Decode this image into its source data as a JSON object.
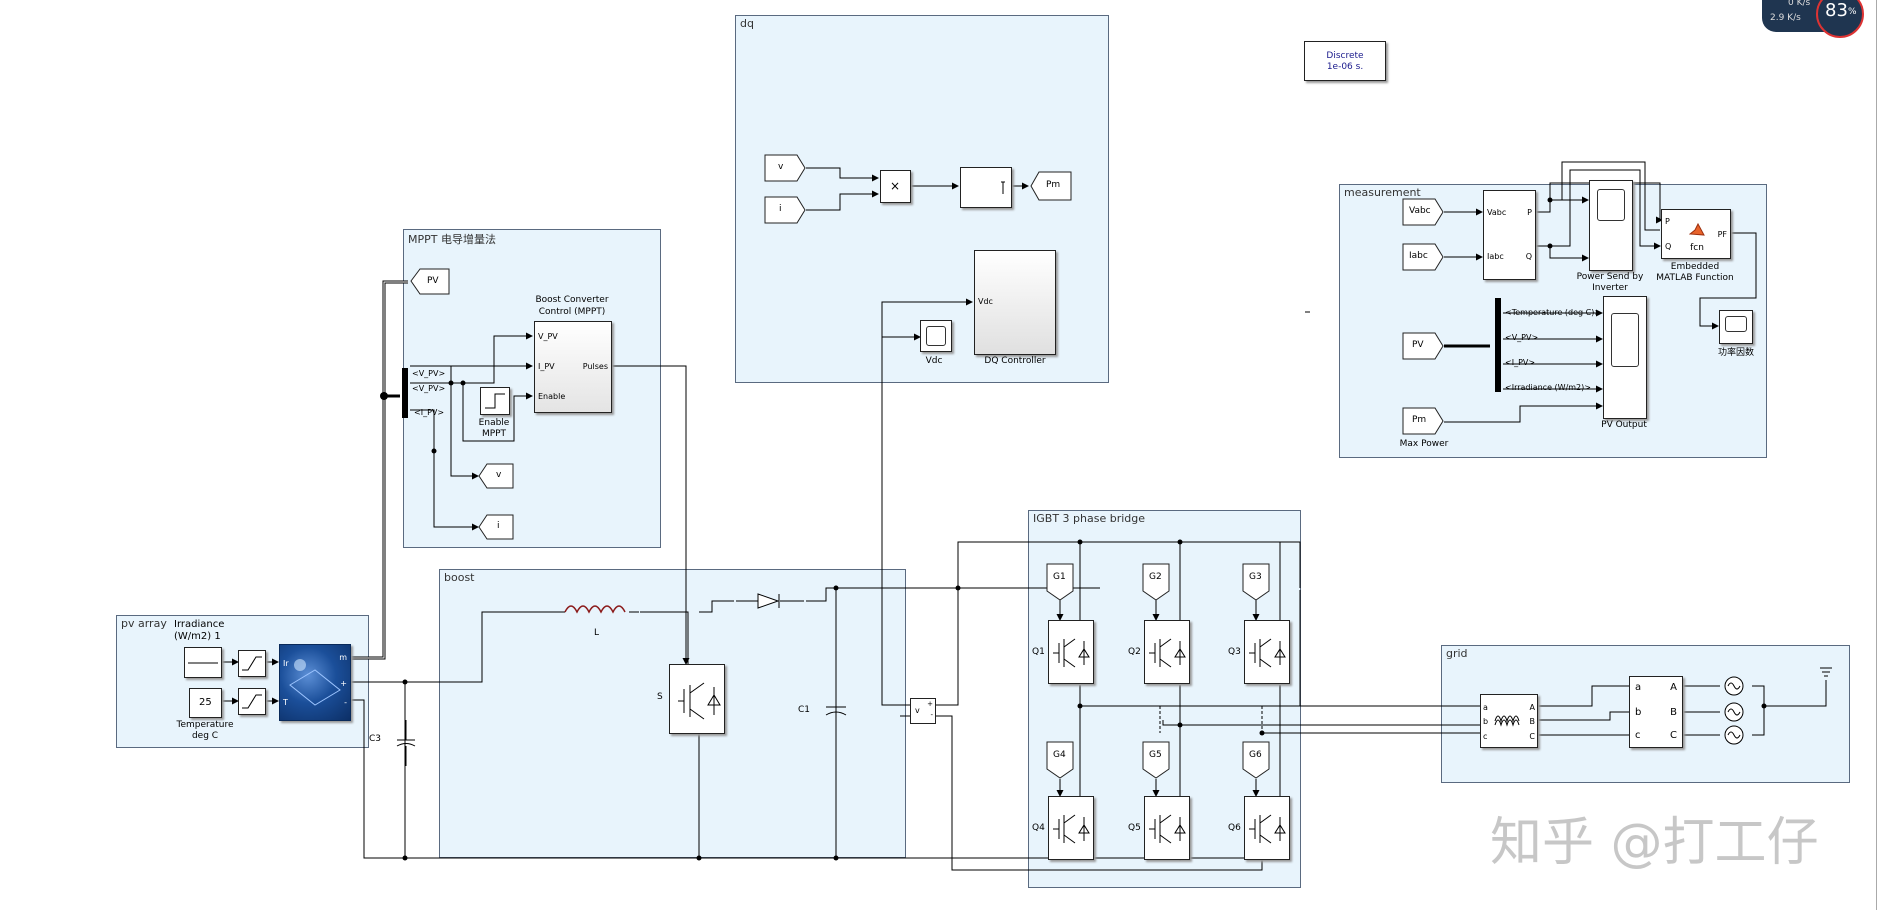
{
  "areas": {
    "pv_array": "pv array",
    "mppt": "MPPT  电导增量法",
    "boost": "boost",
    "dq": "dq",
    "igbt": "IGBT 3 phase bridge",
    "measurement": "measurement",
    "grid": "grid"
  },
  "powergui": {
    "line1": "Discrete",
    "line2": "1e-06 s."
  },
  "pv_array": {
    "irradiance_label_1": "Irradiance",
    "irradiance_label_2": "(W/m2) 1",
    "temperature_value": "25",
    "temperature_label_1": "Temperature",
    "temperature_label_2": "deg C",
    "port_m": "m",
    "port_plus": "+",
    "port_minus": "-",
    "port_ir": "Ir",
    "port_t": "T"
  },
  "mppt": {
    "goto_pv": "PV",
    "bus_v1": "<V_PV>",
    "bus_v2": "<V_PV>",
    "bus_i": "<I_PV>",
    "controller_title_1": "Boost Converter",
    "controller_title_2": "Control (MPPT)",
    "port_vpv": "V_PV",
    "port_ipv": "I_PV",
    "port_enable": "Enable",
    "port_pulses": "Pulses",
    "enable_label_1": "Enable",
    "enable_label_2": "MPPT",
    "goto_v": "v",
    "goto_i": "i"
  },
  "boost": {
    "inductor": "L",
    "switch": "S",
    "cap": "C1",
    "c3": "C3",
    "meas_v": "v",
    "meas_plus": "+",
    "meas_minus": "-"
  },
  "dq": {
    "from_v": "v",
    "from_i": "i",
    "product": "×",
    "goto_pm": "Pm",
    "port_vdc": "Vdc",
    "controller_label": "DQ Controller",
    "scope_label": "Vdc"
  },
  "igbt": {
    "gates": [
      "G1",
      "G2",
      "G3",
      "G4",
      "G5",
      "G6"
    ],
    "switches": [
      "Q1",
      "Q2",
      "Q3",
      "Q4",
      "Q5",
      "Q6"
    ]
  },
  "measurement": {
    "from_vabc": "Vabc",
    "from_iabc": "Iabc",
    "pq_port_vabc": "Vabc",
    "pq_port_iabc": "Iabc",
    "pq_port_p": "P",
    "pq_port_q": "Q",
    "scope1_label_1": "Power Send by",
    "scope1_label_2": "Inverter",
    "fcn_port_p": "P",
    "fcn_port_q": "Q",
    "fcn_port_pf": "PF",
    "fcn_text": "fcn",
    "fcn_label_1": "Embedded",
    "fcn_label_2": "MATLAB Function",
    "pf_scope_label": "功率因数",
    "from_pv": "PV",
    "bus_temp": "<Temperature (deg C)>",
    "bus_vpv": "<V_PV>",
    "bus_ipv": "<I_PV>",
    "bus_irr": "<Irradiance (W/m2)>",
    "pv_output_label": "PV Output",
    "from_pm": "Pm",
    "max_power_label": "Max Power"
  },
  "grid": {
    "filter_ports_in": [
      "a",
      "b",
      "c"
    ],
    "filter_ports_out": [
      "A",
      "B",
      "C"
    ],
    "meas_ports_in": [
      "a",
      "b",
      "c"
    ],
    "meas_ports_out": [
      "A",
      "B",
      "C"
    ]
  },
  "badge": {
    "speed_up": "0 K/s",
    "speed_down": "2.9 K/s",
    "percent": "83",
    "percent_sign": "%"
  },
  "watermark": "知乎 @打工仔"
}
